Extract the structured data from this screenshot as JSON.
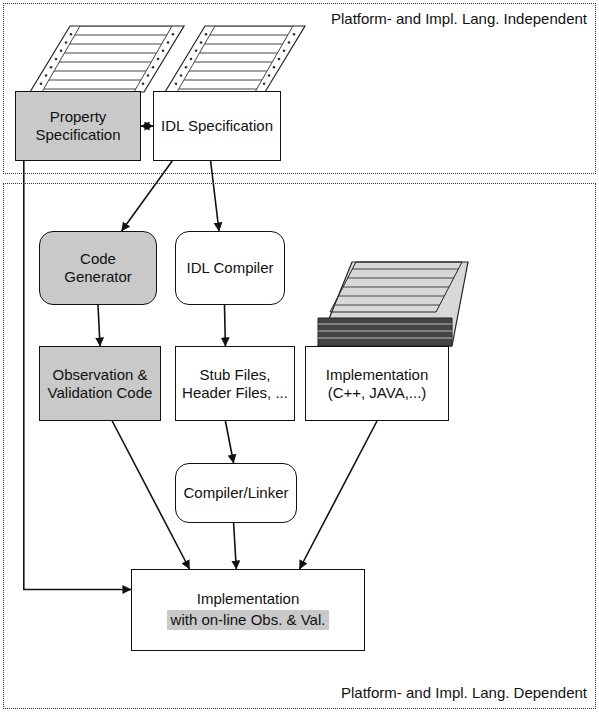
{
  "diagram": {
    "nodes": [
      {
        "text": [
          "Platform- and Impl. Lang. Independent"
        ]
      },
      {
        "text": [
          "Property Specification"
        ],
        "in": 0
      },
      {
        "text": [
          "IDL Specification"
        ],
        "in": 0
      },
      {
        "text": [
          "Platform- and Impl. Lang. Dependent"
        ]
      },
      {
        "text": [
          "Code Generator"
        ],
        "in": 3
      },
      {
        "text": [
          "IDL Compiler"
        ],
        "in": 3
      },
      {
        "text": [
          "Observation & Validation Code"
        ],
        "in": 3
      },
      {
        "text": [
          "Stub Files, Header Files, ..."
        ],
        "in": 3
      },
      {
        "text": [
          "Implementation (C++, JAVA,...)"
        ],
        "in": 3
      },
      {
        "text": [
          "Compiler/Linker"
        ],
        "in": 3
      },
      {
        "text": [
          "Implementation",
          "with on-line Obs. & Val."
        ],
        "in": 3
      }
    ],
    "edges": [
      {
        "from": 1,
        "to": 2,
        "arrow": "both"
      },
      {
        "from": 2,
        "to": 4,
        "arrow": "to"
      },
      {
        "from": 2,
        "to": 5,
        "arrow": "to"
      },
      {
        "from": 1,
        "to": 10,
        "arrow": "to"
      },
      {
        "from": 4,
        "to": 6,
        "arrow": "to"
      },
      {
        "from": 5,
        "to": 7,
        "arrow": "to"
      },
      {
        "from": 7,
        "to": 9,
        "arrow": "to"
      },
      {
        "from": 6,
        "to": 10,
        "arrow": "to"
      },
      {
        "from": 9,
        "to": 10,
        "arrow": "to"
      },
      {
        "from": 8,
        "to": 10,
        "arrow": "to"
      }
    ]
  }
}
